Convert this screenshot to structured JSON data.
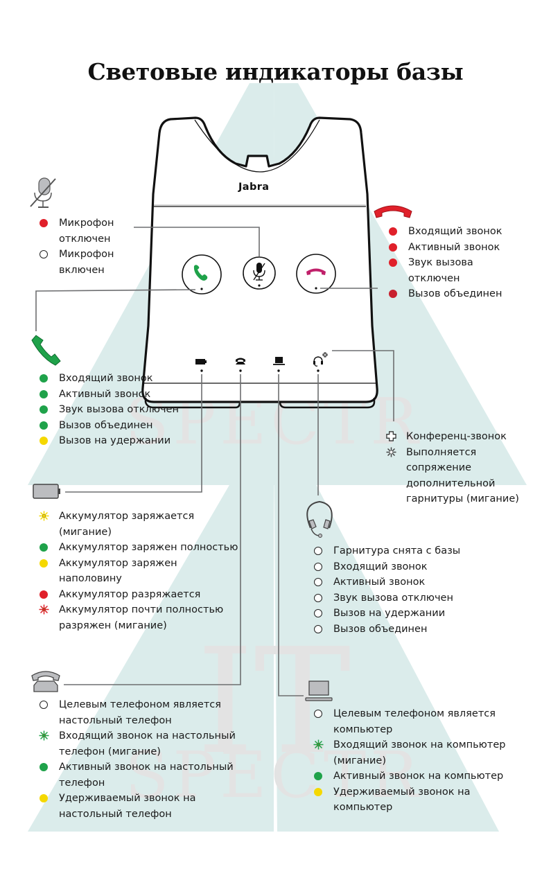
{
  "title": "Световые индикаторы базы",
  "brand": "Jabra",
  "watermark": {
    "text_top": "IT",
    "text_bottom": "SPECTR"
  },
  "colors": {
    "red": "#e0202a",
    "dark_red": "#c8202e",
    "green": "#1fa24a",
    "yellow": "#f5d800",
    "magenta": "#c0206a",
    "watermark_teal": "#dbeceb",
    "watermark_gray": "#e6e6e6",
    "icon_gray": "#bcbdc0"
  },
  "sections": {
    "mute": {
      "icon": "microphone-muted-icon",
      "items": [
        {
          "indicator": "solid",
          "color": "red",
          "text": "Микрофон отключен"
        },
        {
          "indicator": "ring",
          "color": "none",
          "text": "Микрофон включен"
        }
      ]
    },
    "end_call": {
      "icon": "end-call-handset-icon",
      "items": [
        {
          "indicator": "solid",
          "color": "red",
          "text": "Входящий звонок"
        },
        {
          "indicator": "solid",
          "color": "red",
          "text": "Активный звонок"
        },
        {
          "indicator": "solid",
          "color": "red",
          "text": "Звук вызова отключен"
        },
        {
          "indicator": "solid",
          "color": "dark_red",
          "text": "Вызов объединен"
        }
      ]
    },
    "answer_call": {
      "icon": "answer-call-handset-icon",
      "items": [
        {
          "indicator": "solid",
          "color": "green",
          "text": "Входящий звонок"
        },
        {
          "indicator": "solid",
          "color": "green",
          "text": "Активный звонок"
        },
        {
          "indicator": "solid",
          "color": "green",
          "text": "Звук вызова отключен"
        },
        {
          "indicator": "solid",
          "color": "green",
          "text": "Вызов объединен"
        },
        {
          "indicator": "solid",
          "color": "yellow",
          "text": "Вызов на удержании"
        }
      ]
    },
    "conference": {
      "items": [
        {
          "indicator": "cross",
          "color": "none",
          "text": "Конференц-звонок"
        },
        {
          "indicator": "flash",
          "color": "none",
          "text": "Выполняется сопряжение дополнительной гарнитуры (мигание)"
        }
      ]
    },
    "battery": {
      "icon": "battery-icon",
      "items": [
        {
          "indicator": "flash",
          "color": "yellow",
          "text": "Аккумулятор заряжается (мигание)"
        },
        {
          "indicator": "solid",
          "color": "green",
          "text": "Аккумулятор заряжен полностью"
        },
        {
          "indicator": "solid",
          "color": "yellow",
          "text": "Аккумулятор заряжен наполовину"
        },
        {
          "indicator": "solid",
          "color": "red",
          "text": "Аккумулятор разряжается"
        },
        {
          "indicator": "flash",
          "color": "red",
          "text": "Аккумулятор почти полностью разряжен (мигание)"
        }
      ]
    },
    "headset": {
      "icon": "headset-icon",
      "items": [
        {
          "indicator": "ring",
          "color": "none",
          "text": "Гарнитура снята с базы"
        },
        {
          "indicator": "ring",
          "color": "none",
          "text": "Входящий звонок"
        },
        {
          "indicator": "ring",
          "color": "none",
          "text": "Активный звонок"
        },
        {
          "indicator": "ring",
          "color": "none",
          "text": "Звук вызова отключен"
        },
        {
          "indicator": "ring",
          "color": "none",
          "text": "Вызов на удержании"
        },
        {
          "indicator": "ring",
          "color": "none",
          "text": "Вызов объединен"
        }
      ]
    },
    "desk_phone": {
      "icon": "desk-phone-icon",
      "items": [
        {
          "indicator": "ring",
          "color": "none",
          "text": "Целевым телефоном является настольный телефон"
        },
        {
          "indicator": "flash",
          "color": "green",
          "text": "Входящий звонок на настольный телефон (мигание)"
        },
        {
          "indicator": "solid",
          "color": "green",
          "text": "Активный звонок на настольный телефон"
        },
        {
          "indicator": "solid",
          "color": "yellow",
          "text": "Удерживаемый звонок на настольный телефон"
        }
      ]
    },
    "computer": {
      "icon": "computer-icon",
      "items": [
        {
          "indicator": "ring",
          "color": "none",
          "text": "Целевым телефоном является компьютер"
        },
        {
          "indicator": "flash",
          "color": "green",
          "text": "Входящий звонок на компьютер (мигание)"
        },
        {
          "indicator": "solid",
          "color": "green",
          "text": "Активный звонок на компьютер"
        },
        {
          "indicator": "solid",
          "color": "yellow",
          "text": "Удерживаемый звонок на компьютер"
        }
      ]
    }
  }
}
